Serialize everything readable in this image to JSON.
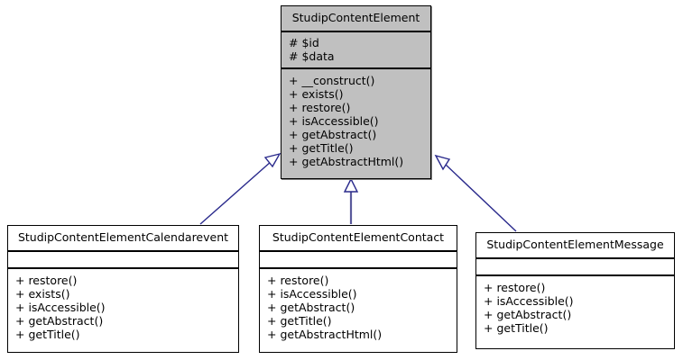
{
  "diagram": {
    "type": "uml-class-diagram",
    "title": "StudipContentElement inheritance diagram",
    "colors": {
      "base_class_fill": "#c0c0c0",
      "subclass_fill": "#ffffff",
      "border": "#000000",
      "inheritance_arrow": "#2a2a8c",
      "background": "#ffffff"
    },
    "classes": [
      {
        "id": "base",
        "name": "StudipContentElement",
        "attributes": [
          "# $id",
          "# $data"
        ],
        "operations": [
          "+ __construct()",
          "+ exists()",
          "+ restore()",
          "+ isAccessible()",
          "+ getAbstract()",
          "+ getTitle()",
          "+ getAbstractHtml()"
        ]
      },
      {
        "id": "calendarevent",
        "name": "StudipContentElementCalendarevent",
        "attributes": [],
        "operations": [
          "+ restore()",
          "+ exists()",
          "+ isAccessible()",
          "+ getAbstract()",
          "+ getTitle()"
        ]
      },
      {
        "id": "contact",
        "name": "StudipContentElementContact",
        "attributes": [],
        "operations": [
          "+ restore()",
          "+ isAccessible()",
          "+ getAbstract()",
          "+ getTitle()",
          "+ getAbstractHtml()"
        ]
      },
      {
        "id": "message",
        "name": "StudipContentElementMessage",
        "attributes": [],
        "operations": [
          "+ restore()",
          "+ isAccessible()",
          "+ getAbstract()",
          "+ getTitle()"
        ]
      }
    ],
    "relations": [
      {
        "kind": "inheritance",
        "from": "calendarevent",
        "to": "base"
      },
      {
        "kind": "inheritance",
        "from": "contact",
        "to": "base"
      },
      {
        "kind": "inheritance",
        "from": "message",
        "to": "base"
      }
    ]
  }
}
